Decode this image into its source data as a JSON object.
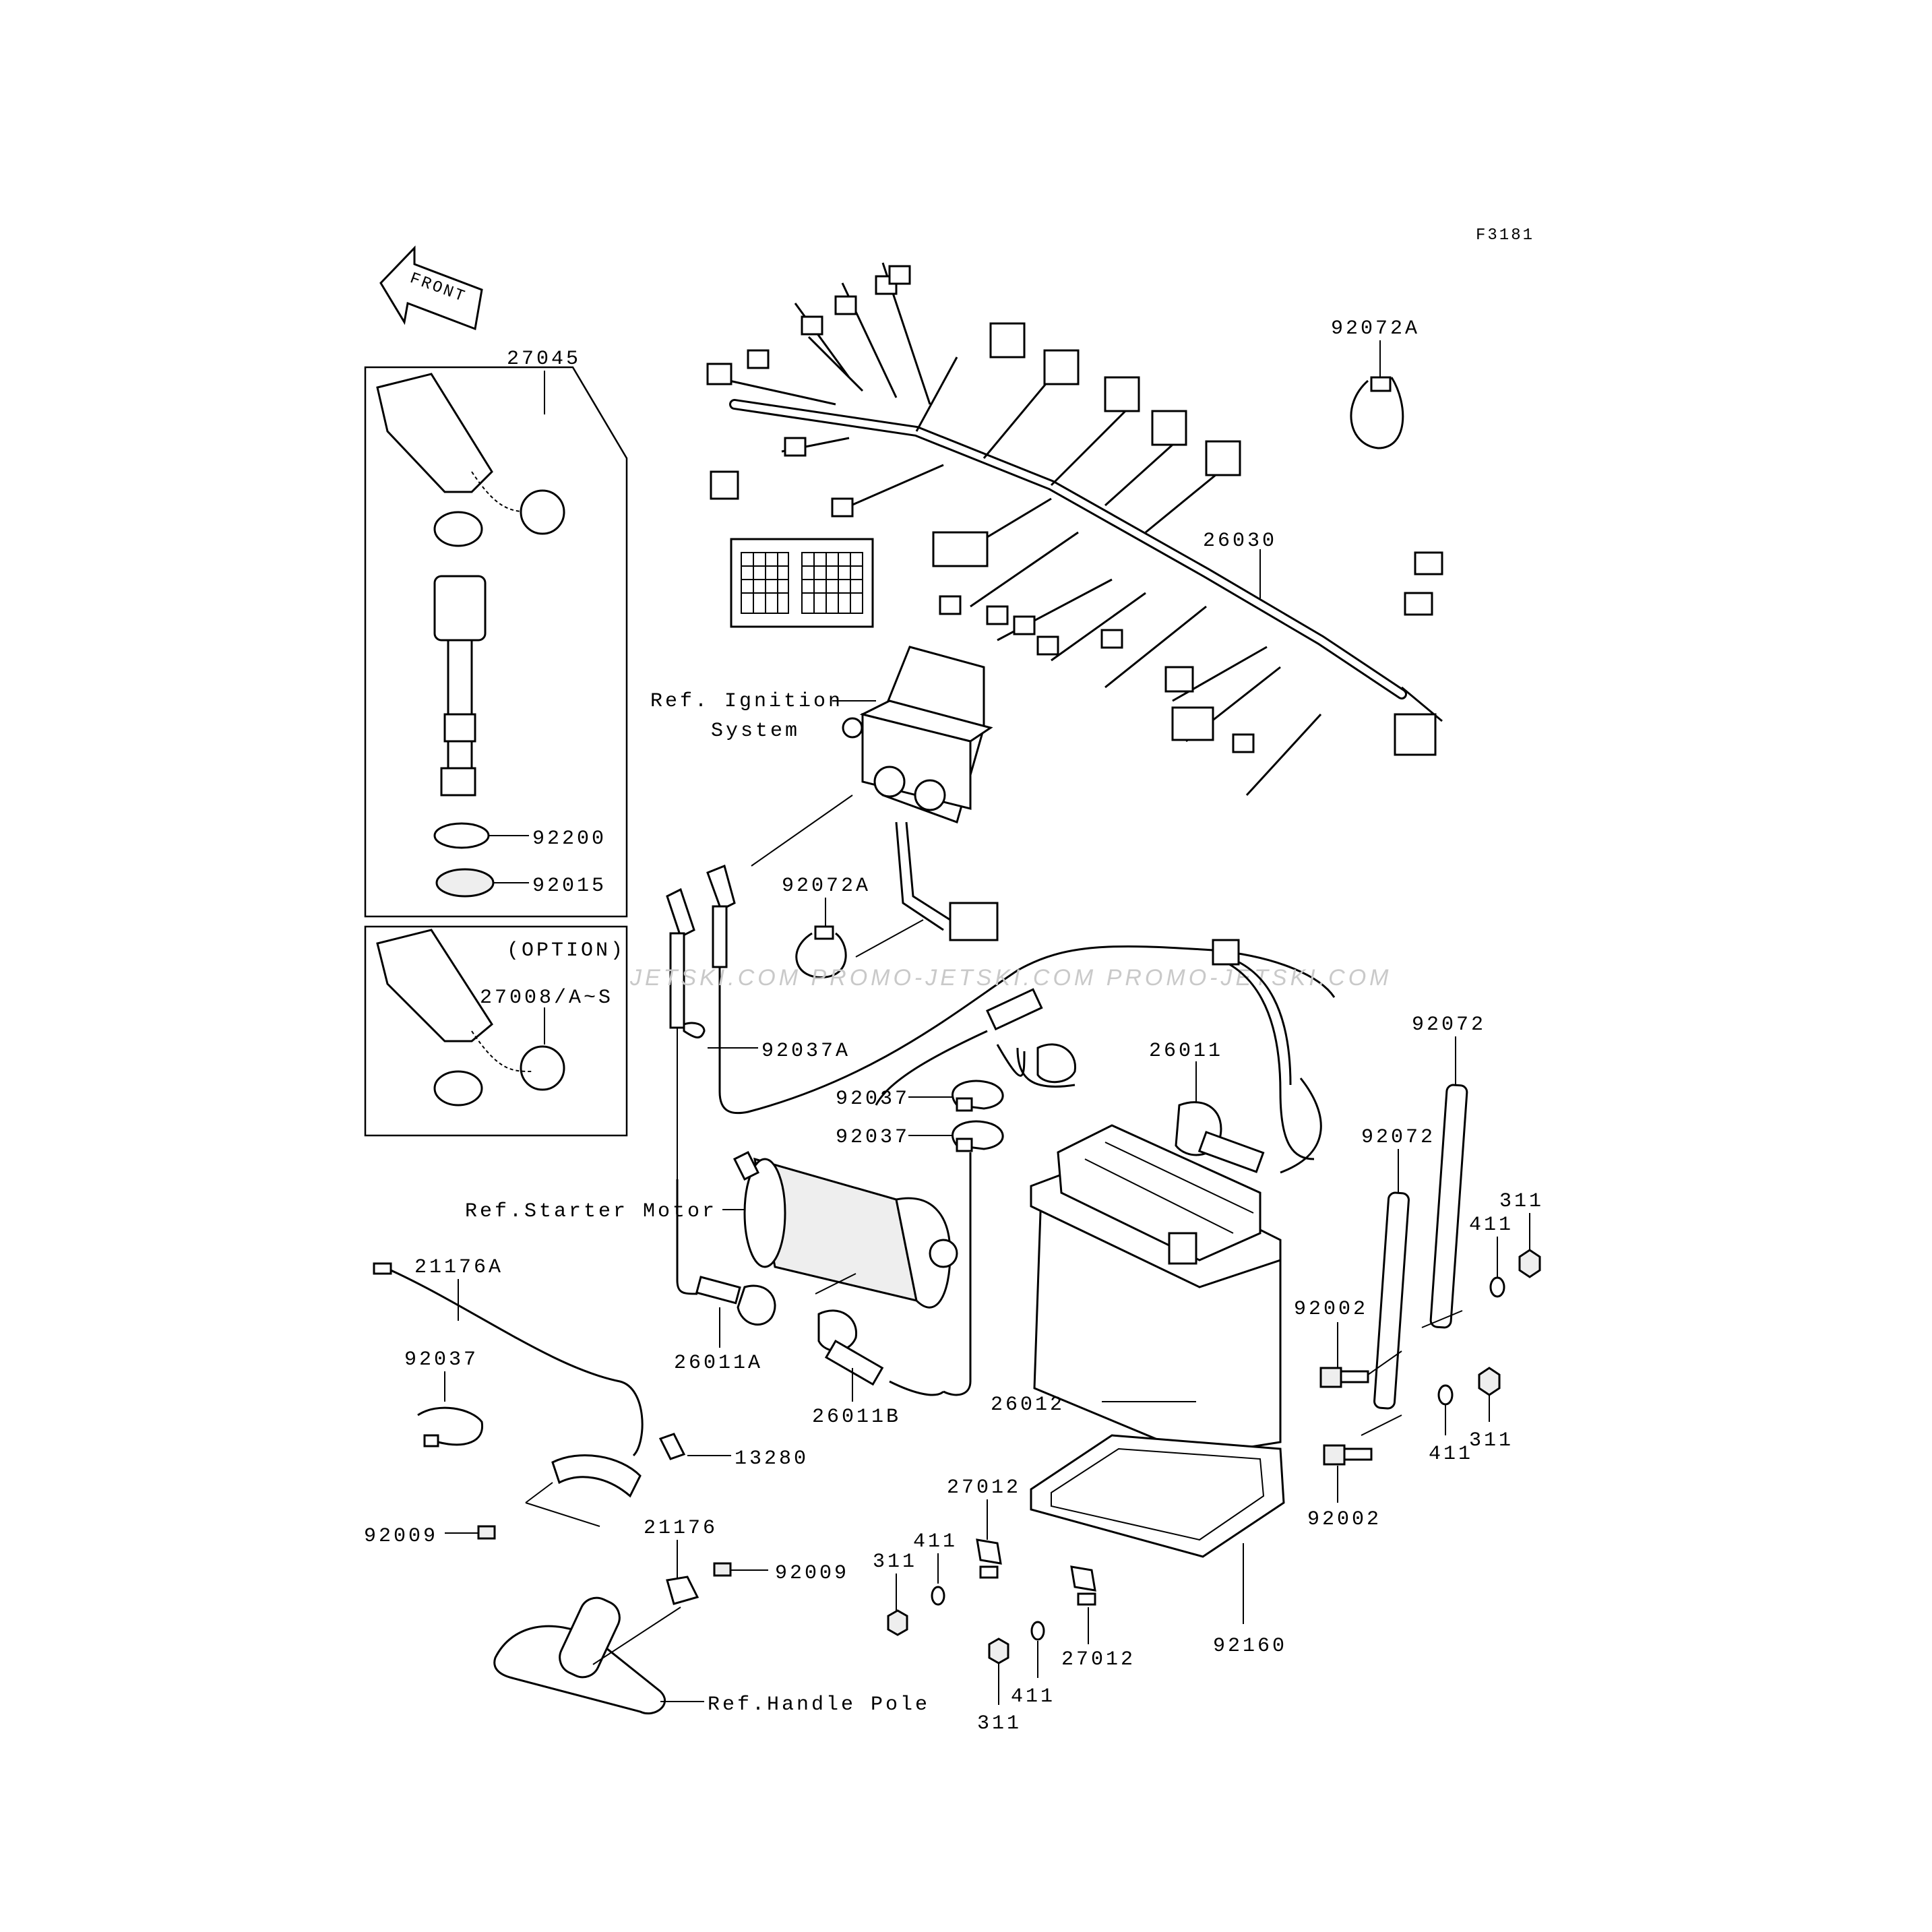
{
  "drawing_code": "F3181",
  "front_arrow": {
    "label": "FRONT"
  },
  "parts": {
    "p27045": "27045",
    "p92200": "92200",
    "p92015": "92015",
    "option": "(OPTION)",
    "p27008": "27008/A~S",
    "p92072A_top": "92072A",
    "p26030": "26030",
    "ref_ignition_1": "Ref. Ignition",
    "ref_ignition_2": "System",
    "p92072A_mid": "92072A",
    "p92037A": "92037A",
    "p26011": "26011",
    "p92037_a": "92037",
    "p92037_b": "92037",
    "p92072_top": "92072",
    "p92072_mid": "92072",
    "p311_a": "311",
    "p411_a": "411",
    "ref_starter": "Ref.Starter Motor",
    "p92002_a": "92002",
    "p21176A": "21176A",
    "p26011A": "26011A",
    "p92037_c": "92037",
    "p26011B": "26011B",
    "p26012": "26012",
    "p411_b": "411",
    "p311_b": "311",
    "p92002_b": "92002",
    "p13280": "13280",
    "p27012_a": "27012",
    "p92009_a": "92009",
    "p21176": "21176",
    "p411_c": "411",
    "p311_c": "311",
    "p92009_b": "92009",
    "p92160": "92160",
    "p27012_b": "27012",
    "ref_handle": "Ref.Handle Pole",
    "p411_d": "411",
    "p311_d": "311"
  },
  "watermark": "JETSKI.COM  PROMO-JETSKI.COM  PROMO-JETSKI.COM"
}
